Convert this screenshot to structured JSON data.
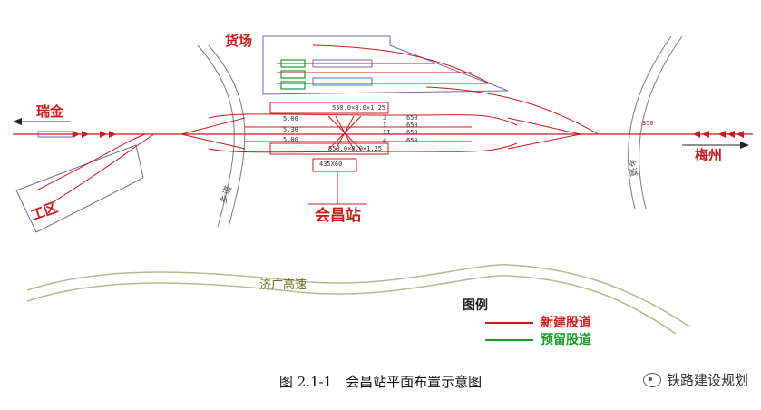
{
  "places": {
    "west": "瑞金",
    "east": "梅州",
    "freight_yard": "货场",
    "work_area": "工区",
    "station": "会昌站"
  },
  "platforms": {
    "top": "550.0×8.0×1.25",
    "bottom": "550.0×8.0×1.25",
    "station_building": "435X60"
  },
  "track_spacing": [
    "5.00",
    "5.30",
    "5.00"
  ],
  "track_numbers": [
    "3",
    "I",
    "II",
    "4"
  ],
  "track_lengths": [
    "650",
    "650",
    "650",
    "650"
  ],
  "misc_labels": {
    "east_mark": "350"
  },
  "roads": {
    "left": "乡道",
    "right": "乡道",
    "expressway": "济广高速"
  },
  "legend": {
    "title": "图例",
    "new_track": "新建股道",
    "reserved_track": "预留股道",
    "new_color": "#cc1a1a",
    "reserved_color": "#1a9a2a"
  },
  "caption": "图 2.1-1　会昌站平面布置示意图",
  "watermark": "铁路建设规划"
}
